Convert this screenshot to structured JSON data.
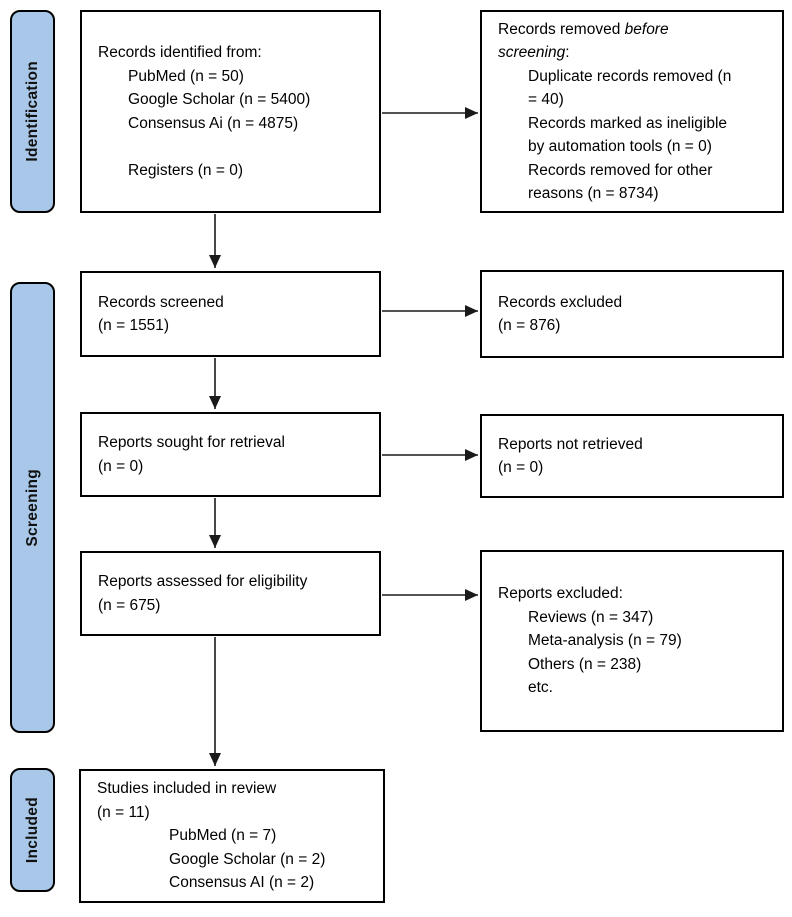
{
  "colors": {
    "stage_fill": "#a9c8e9",
    "box_border": "#000000",
    "text": "#000000",
    "arrow": "#1a1a1a"
  },
  "stages": [
    {
      "label": "Identification"
    },
    {
      "label": "Screening"
    },
    {
      "label": "Included"
    }
  ],
  "boxes": {
    "identified": {
      "lines": [
        "Records identified from:",
        "PubMed (n = 50)",
        "Google Scholar (n = 5400)",
        "Consensus Ai (n = 4875)",
        "",
        "Registers (n = 0)"
      ]
    },
    "removed": {
      "heading": [
        {
          "regular": "Records removed ",
          "italic": "before"
        },
        {
          "italic": "screening",
          "regular": ":"
        }
      ],
      "lines": [
        "Duplicate records removed (n",
        "= 40)",
        "Records marked as ineligible",
        "by automation tools (n = 0)",
        "Records removed for other",
        "reasons (n = 8734)"
      ]
    },
    "screened": {
      "lines": [
        "Records screened",
        "(n = 1551)"
      ]
    },
    "records_excluded": {
      "lines": [
        "Records excluded",
        "(n = 876)"
      ]
    },
    "sought": {
      "lines": [
        "Reports sought for retrieval",
        "(n = 0)"
      ]
    },
    "not_retrieved": {
      "lines": [
        "Reports not retrieved",
        "(n = 0)"
      ]
    },
    "assessed": {
      "lines": [
        "Reports assessed for eligibility",
        "(n = 675)"
      ]
    },
    "reports_excluded": {
      "lines": [
        "Reports excluded:",
        "Reviews (n = 347)",
        "Meta-analysis (n = 79)",
        "Others (n = 238)",
        "etc."
      ]
    },
    "included": {
      "lines": [
        "Studies included in review",
        "(n = 11)",
        "PubMed (n = 7)",
        "Google Scholar (n = 2)",
        "Consensus AI (n = 2)"
      ]
    }
  }
}
